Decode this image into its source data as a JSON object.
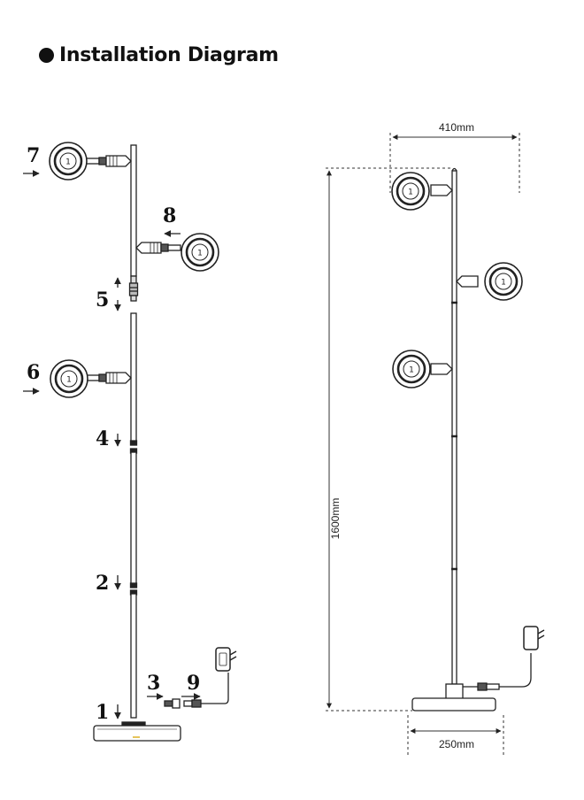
{
  "title": "Installation Diagram",
  "steps": {
    "s1": "1",
    "s2": "2",
    "s3": "3",
    "s4": "4",
    "s5": "5",
    "s6": "6",
    "s7": "7",
    "s8": "8",
    "s9": "9"
  },
  "dimensions": {
    "width_top": "410mm",
    "height": "1600mm",
    "base_width": "250mm"
  }
}
